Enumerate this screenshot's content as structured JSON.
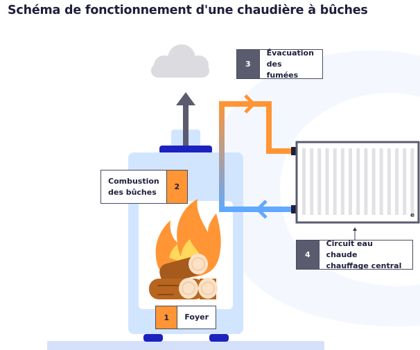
{
  "title": "Schéma de fonctionnement d'une chaudière à bûches",
  "colors": {
    "dark_badge": "#5b5b70",
    "orange_badge": "#ff9534",
    "hot_pipe": "#ff9534",
    "cold_pipe": "#62a8ff",
    "boiler_body": "#d2e5ff",
    "boiler_feet": "#1b22bf",
    "smoke_arrow": "#5b5b70",
    "cloud": "#dcdce0",
    "floor": "#d5e1fa"
  },
  "labels": [
    {
      "number": "1",
      "text": "Foyer",
      "badge": "orange"
    },
    {
      "number": "2",
      "text_line1": "Combustion",
      "text_line2": "des bûches",
      "badge": "orange"
    },
    {
      "number": "3",
      "text_line1": "Évacuation",
      "text_line2": "des fumées",
      "badge": "dark"
    },
    {
      "number": "4",
      "text_line1": "Circuit eau chaude",
      "text_line2": "chauffage central",
      "badge": "dark"
    }
  ],
  "radiator": {
    "fin_count": 15,
    "mark": "e"
  }
}
